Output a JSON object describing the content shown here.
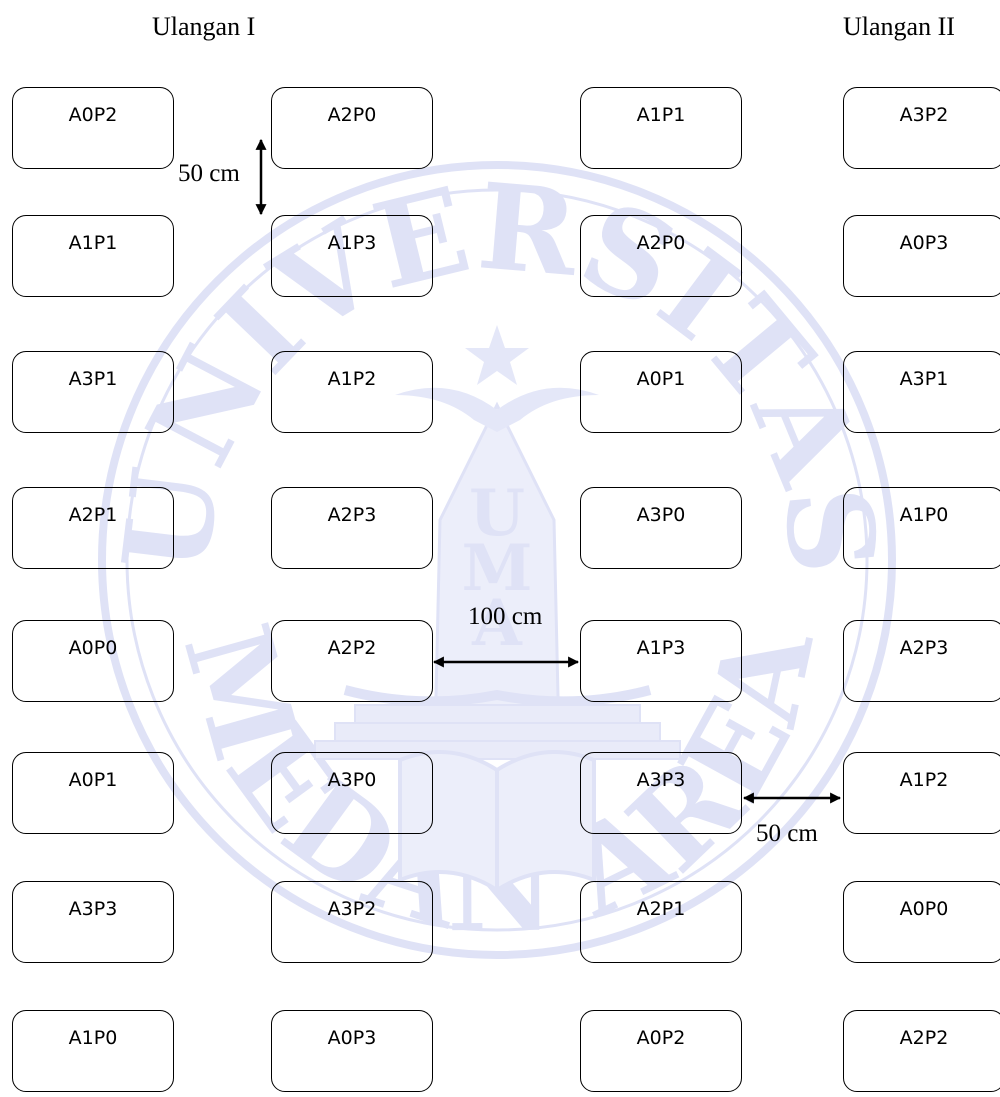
{
  "headings": {
    "rep1": "Ulangan I",
    "rep2": "Ulangan II"
  },
  "plots": {
    "rep1_col1": [
      "A0P2",
      "A1P1",
      "A3P1",
      "A2P1",
      "A0P0",
      "A0P1",
      "A3P3",
      "A1P0"
    ],
    "rep1_col2": [
      "A2P0",
      "A1P3",
      "A1P2",
      "A2P3",
      "A2P2",
      "A3P0",
      "A3P2",
      "A0P3"
    ],
    "rep2_col1": [
      "A1P1",
      "A2P0",
      "A0P1",
      "A3P0",
      "A1P3",
      "A3P3",
      "A2P1",
      "A0P2"
    ],
    "rep2_col2": [
      "A3P2",
      "A0P3",
      "A3P1",
      "A1P0",
      "A2P3",
      "A1P2",
      "A0P0",
      "A2P2"
    ]
  },
  "dimensions": {
    "vertical": "50 cm",
    "between_reps": "100 cm",
    "between_cols": "50 cm"
  },
  "watermark": {
    "top_text": "UNIVERSITAS",
    "bottom_text": "MEDAN AREA",
    "logo_letters": [
      "U",
      "M",
      "A"
    ],
    "color": "#dfe2f6"
  }
}
